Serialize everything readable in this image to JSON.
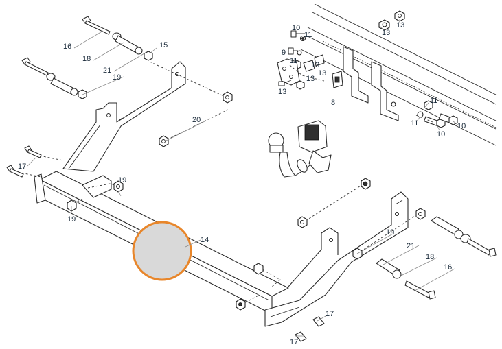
{
  "colors": {
    "line": "#2b2b2b",
    "label": "#1a2a3a",
    "highlight_ring": "#e8862a",
    "highlight_fill": "#d9d9d9"
  },
  "labels": {
    "l16a": "16",
    "l18a": "18",
    "l15": "15",
    "l21a": "21",
    "l19a": "19",
    "l20": "20",
    "l17a": "17",
    "l19b": "19",
    "l19c": "19",
    "l14": "14",
    "l19d": "19",
    "l21b": "21",
    "l18b": "18",
    "l16b": "16",
    "l17b": "17",
    "l17c": "17",
    "l10a": "10",
    "l11a": "11",
    "l9": "9",
    "l11b": "11",
    "l13a": "13",
    "l13b": "13",
    "l13c": "13",
    "l13d": "13",
    "l8": "8",
    "l13e": "13",
    "l13f": "13",
    "l11c": "11",
    "l11d": "11",
    "l10b": "10",
    "l10c": "10"
  }
}
